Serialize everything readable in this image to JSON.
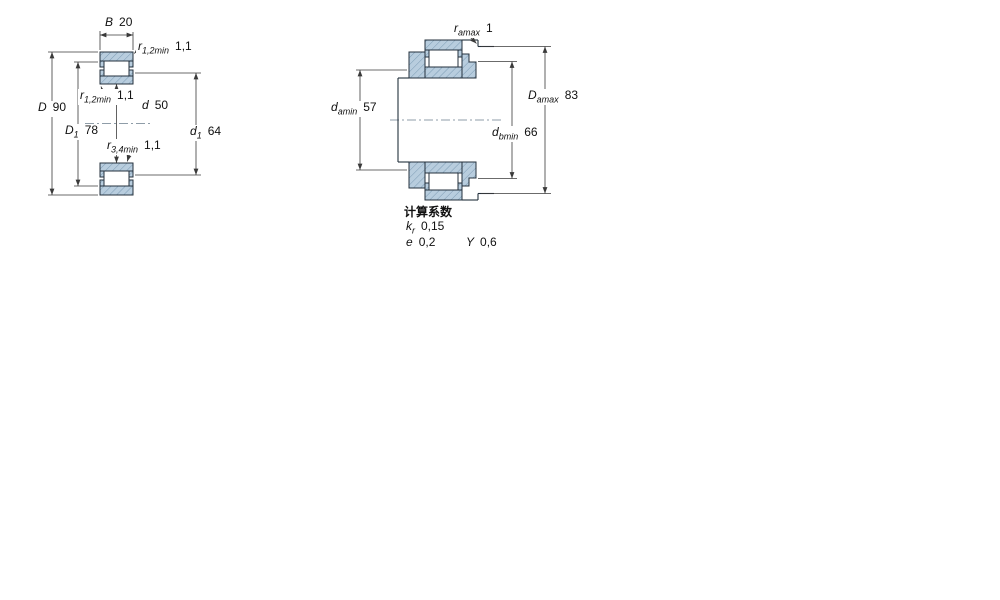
{
  "drawing": {
    "colors": {
      "section_fill": "#b8cdde",
      "hatch": "#7d9cb5"
    },
    "factors_title": "计算系数",
    "labels": [
      {
        "name": "B",
        "sym": "B",
        "sub": "",
        "val": "20"
      },
      {
        "name": "r12top",
        "sym": "r",
        "sub": "1,2min",
        "val": "1,1"
      },
      {
        "name": "D",
        "sym": "D",
        "sub": "",
        "val": "90"
      },
      {
        "name": "r12in",
        "sym": "r",
        "sub": "1,2min",
        "val": "1,1"
      },
      {
        "name": "D1",
        "sym": "D",
        "sub": "1",
        "val": "78"
      },
      {
        "name": "d",
        "sym": "d",
        "sub": "",
        "val": "50"
      },
      {
        "name": "r34",
        "sym": "r",
        "sub": "3,4min",
        "val": "1,1"
      },
      {
        "name": "d1",
        "sym": "d",
        "sub": "1",
        "val": "64"
      },
      {
        "name": "ramax",
        "sym": "r",
        "sub": "amax",
        "val": "1"
      },
      {
        "name": "damin",
        "sym": "d",
        "sub": "amin",
        "val": "57"
      },
      {
        "name": "Damax",
        "sym": "D",
        "sub": "amax",
        "val": "83"
      },
      {
        "name": "dbmin",
        "sym": "d",
        "sub": "bmin",
        "val": "66"
      },
      {
        "name": "kr",
        "sym": "k",
        "sub": "r",
        "val": "0,15"
      },
      {
        "name": "e",
        "sym": "e",
        "sub": "",
        "val": "0,2"
      },
      {
        "name": "Y",
        "sym": "Y",
        "sub": "",
        "val": "0,6"
      }
    ]
  }
}
